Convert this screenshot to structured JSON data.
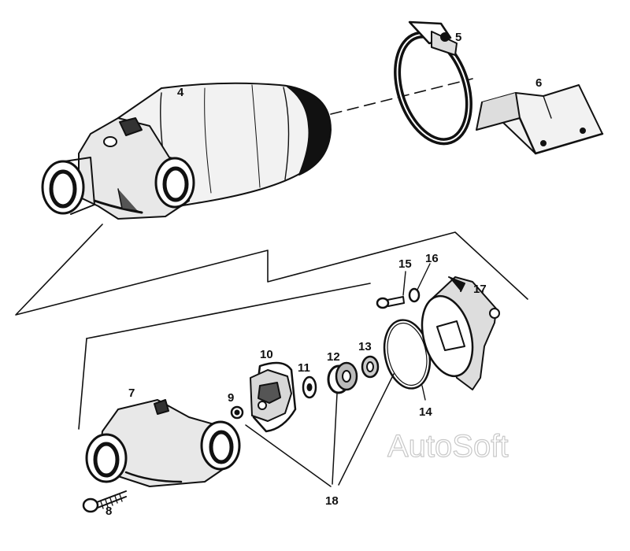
{
  "diagram": {
    "callouts": {
      "c4": "4",
      "c5": "5",
      "c6": "6",
      "c7": "7",
      "c8": "8",
      "c9": "9",
      "c10": "10",
      "c11": "11",
      "c12": "12",
      "c13": "13",
      "c14": "14",
      "c15": "15",
      "c16": "16",
      "c17": "17",
      "c18": "18"
    },
    "watermark": "AutoSoft",
    "line_color": "#111111"
  }
}
